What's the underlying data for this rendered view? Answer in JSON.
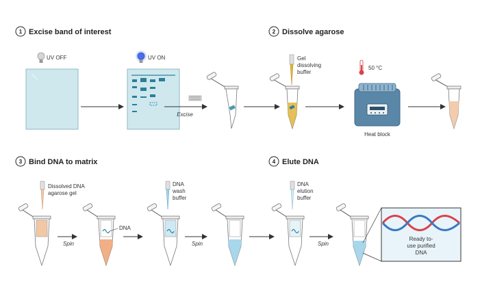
{
  "steps": [
    {
      "number": "1",
      "title": "Excise band of interest"
    },
    {
      "number": "2",
      "title": "Dissolve agarose"
    },
    {
      "number": "3",
      "title": "Bind DNA to matrix"
    },
    {
      "number": "4",
      "title": "Elute DNA"
    }
  ],
  "labels": {
    "uv_off": "UV OFF",
    "uv_on": "UV ON",
    "excise": "Excise",
    "gel_buffer": [
      "Gel",
      "dissolving",
      "buffer"
    ],
    "temperature": "50 °C",
    "heat_block": "Heat block",
    "dissolved_gel": [
      "Dissolved DNA",
      "agarose gel"
    ],
    "dna": "DNA",
    "spin": "Spin",
    "wash_buffer": [
      "DNA",
      "wash",
      "buffer"
    ],
    "elution_buffer": [
      "DNA",
      "elution",
      "buffer"
    ],
    "purified": [
      "Ready to-",
      "use purified",
      "DNA"
    ]
  },
  "colors": {
    "gel": "#cfe8ee",
    "band": "#2a7f9a",
    "yellow": "#e2b43a",
    "peach": "#f2c7a4",
    "orange": "#f0a67a",
    "blue": "#9fd3ea",
    "heat_block": "#5a87a8",
    "dna_red": "#d9434b",
    "dna_blue": "#3a78c2"
  }
}
